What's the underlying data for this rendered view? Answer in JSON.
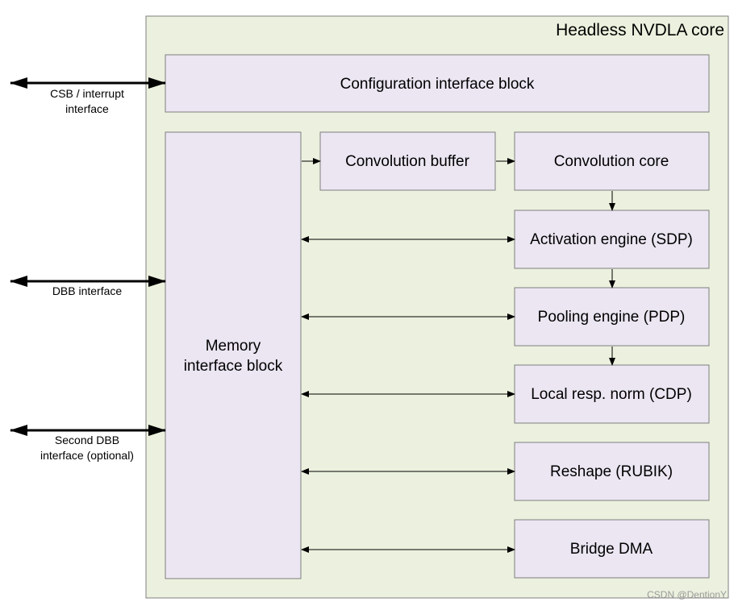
{
  "core": {
    "title": "Headless NVDLA core"
  },
  "blocks": {
    "config": "Configuration interface block",
    "memory": [
      "Memory",
      "interface block"
    ],
    "conv_buffer": "Convolution buffer",
    "conv_core": "Convolution core",
    "sdp": "Activation engine (SDP)",
    "pdp": "Pooling engine (PDP)",
    "cdp": "Local resp. norm (CDP)",
    "rubik": "Reshape (RUBIK)",
    "bdma": "Bridge DMA"
  },
  "interfaces": {
    "csb": [
      "CSB / interrupt",
      "interface"
    ],
    "dbb": "DBB interface",
    "second_dbb": [
      "Second DBB",
      "interface (optional)"
    ]
  },
  "watermark": "CSDN @DentionY"
}
